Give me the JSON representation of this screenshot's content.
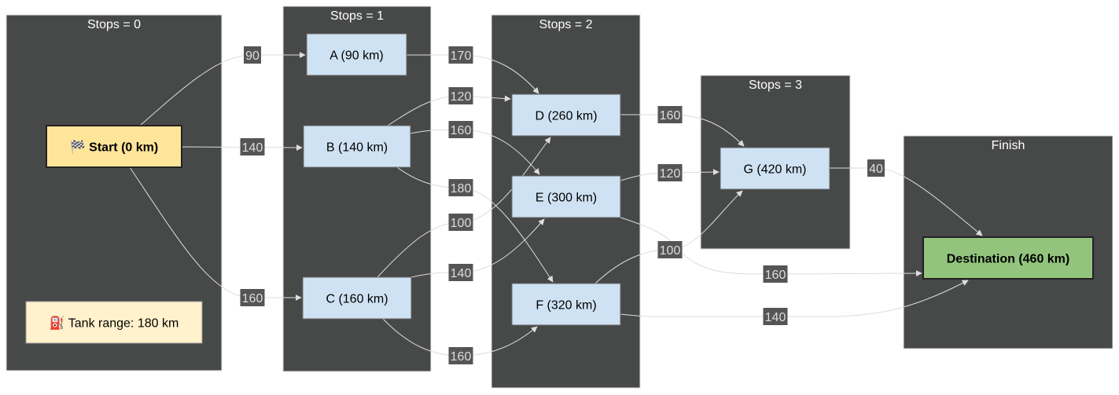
{
  "clusters": [
    {
      "id": "s0",
      "title": "Stops = 0"
    },
    {
      "id": "s1",
      "title": "Stops = 1"
    },
    {
      "id": "s2",
      "title": "Stops = 2"
    },
    {
      "id": "s3",
      "title": "Stops = 3"
    },
    {
      "id": "fin",
      "title": "Finish"
    }
  ],
  "nodes": [
    {
      "id": "start",
      "label": "🏁 Start (0 km)",
      "fill": "#ffe599",
      "bold": true
    },
    {
      "id": "tank",
      "label": "⛽ Tank range: 180 km",
      "fill": "#fff2cc"
    },
    {
      "id": "A",
      "label": "A (90 km)",
      "fill": "#cfe2f3"
    },
    {
      "id": "B",
      "label": "B (140 km)",
      "fill": "#cfe2f3"
    },
    {
      "id": "C",
      "label": "C (160 km)",
      "fill": "#cfe2f3"
    },
    {
      "id": "D",
      "label": "D (260 km)",
      "fill": "#cfe2f3"
    },
    {
      "id": "E",
      "label": "E (300 km)",
      "fill": "#cfe2f3"
    },
    {
      "id": "F",
      "label": "F (320 km)",
      "fill": "#cfe2f3"
    },
    {
      "id": "G",
      "label": "G (420 km)",
      "fill": "#cfe2f3"
    },
    {
      "id": "dest",
      "label": "Destination (460 km)",
      "fill": "#93c47d",
      "bold": true
    }
  ],
  "edges": [
    {
      "from": "start",
      "to": "A",
      "label": "90"
    },
    {
      "from": "start",
      "to": "B",
      "label": "140"
    },
    {
      "from": "start",
      "to": "C",
      "label": "160"
    },
    {
      "from": "A",
      "to": "D",
      "label": "170"
    },
    {
      "from": "B",
      "to": "D",
      "label": "120"
    },
    {
      "from": "B",
      "to": "E",
      "label": "160"
    },
    {
      "from": "B",
      "to": "F",
      "label": "180"
    },
    {
      "from": "C",
      "to": "D",
      "label": "100"
    },
    {
      "from": "C",
      "to": "E",
      "label": "140"
    },
    {
      "from": "C",
      "to": "F",
      "label": "160"
    },
    {
      "from": "D",
      "to": "G",
      "label": "160"
    },
    {
      "from": "E",
      "to": "G",
      "label": "120"
    },
    {
      "from": "F",
      "to": "G",
      "label": "100"
    },
    {
      "from": "G",
      "to": "dest",
      "label": "40"
    },
    {
      "from": "E",
      "to": "dest",
      "label": "160"
    },
    {
      "from": "F",
      "to": "dest",
      "label": "140"
    }
  ]
}
